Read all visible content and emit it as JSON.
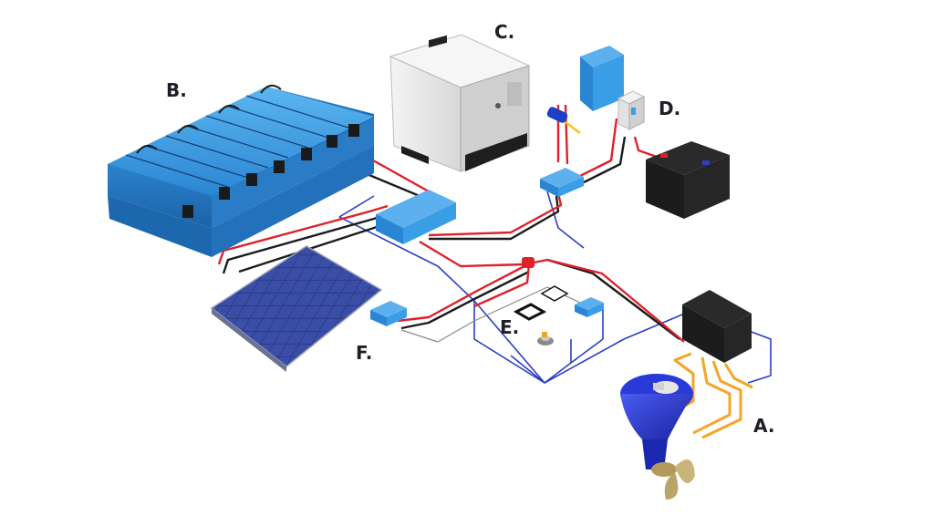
{
  "labels": {
    "a": "A.",
    "b": "B.",
    "c": "C.",
    "d": "D.",
    "e": "E.",
    "f": "F."
  },
  "colors": {
    "wire_red": "#e0202a",
    "wire_black": "#1c1c1c",
    "wire_blue": "#2a3fc4",
    "wire_gray": "#8a8a8a",
    "wire_orange": "#f5a524",
    "battery_blue": "#2f8fd8",
    "motor_blue": "#2233c8",
    "module_blue": "#3a9ee6",
    "generator_gray": "#e8e8e8"
  }
}
